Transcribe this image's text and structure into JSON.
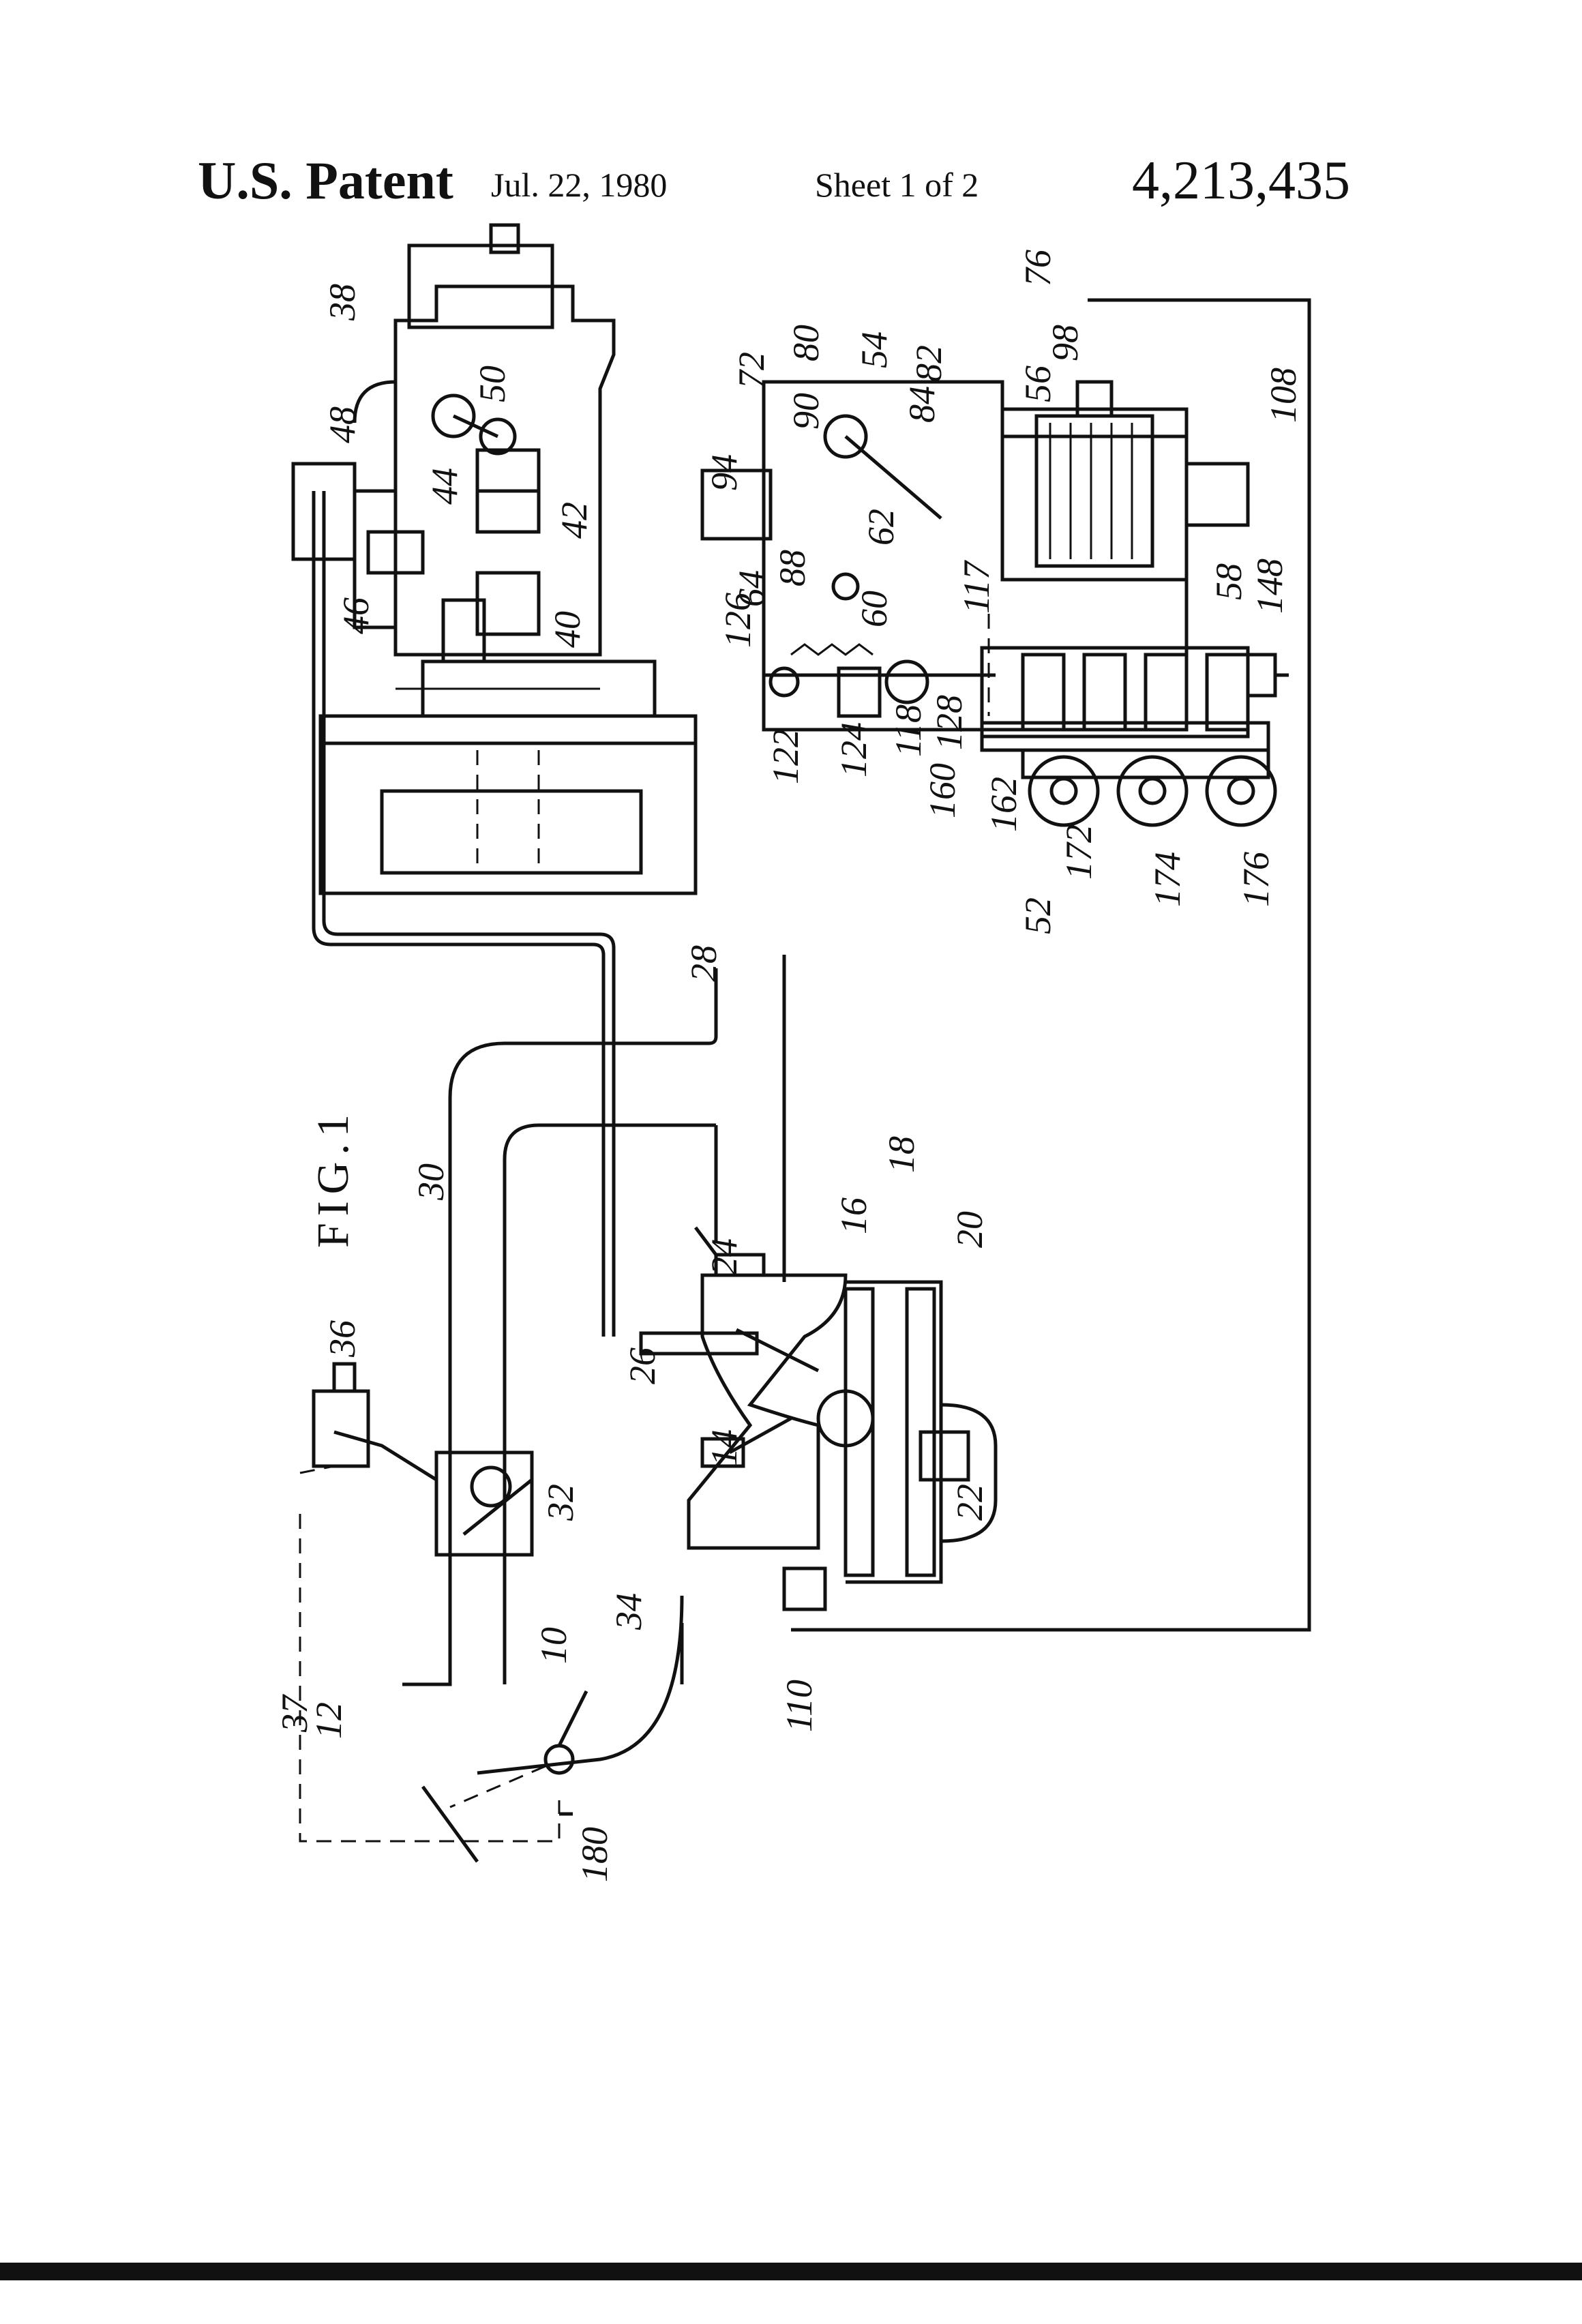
{
  "header": {
    "title": "U.S. Patent",
    "date": "Jul. 22, 1980",
    "sheet": "Sheet 1 of 2",
    "patent_number": "4,213,435"
  },
  "figure": {
    "label": "FIG.1",
    "reference_numerals": [
      "10",
      "12",
      "14",
      "16",
      "18",
      "20",
      "22",
      "24",
      "26",
      "28",
      "30",
      "32",
      "34",
      "36",
      "37",
      "38",
      "40",
      "42",
      "44",
      "46",
      "48",
      "50",
      "52",
      "54",
      "56",
      "58",
      "60",
      "62",
      "64",
      "72",
      "76",
      "80",
      "82",
      "84",
      "88",
      "90",
      "94",
      "98",
      "108",
      "110",
      "117",
      "118",
      "122",
      "124",
      "126",
      "128",
      "148",
      "160",
      "162",
      "172",
      "174",
      "176",
      "180"
    ]
  },
  "colors": {
    "ink": "#111111",
    "paper": "#ffffff"
  }
}
